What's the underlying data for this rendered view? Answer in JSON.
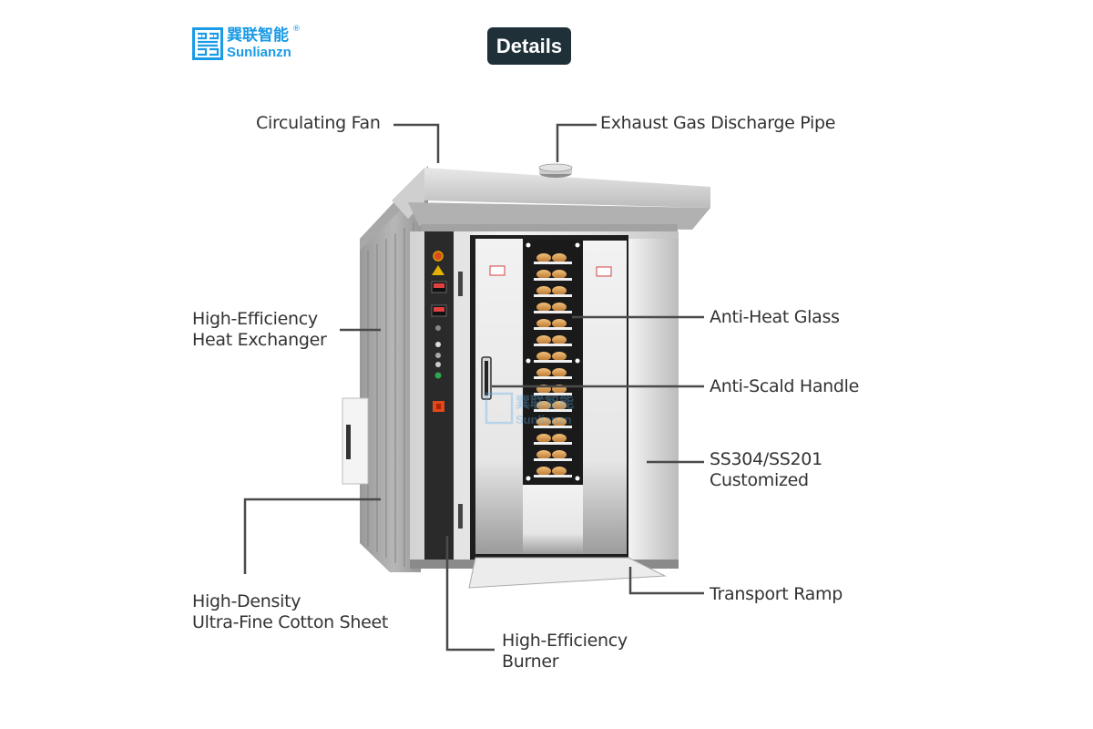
{
  "brand": {
    "name_cn": "巽联智能",
    "name_en": "Sunlianzn",
    "registered_mark": "®",
    "color": "#1a9be6"
  },
  "header": {
    "badge_label": "Details",
    "badge_color": "#1f3038"
  },
  "product": {
    "type": "rotary-rack-oven",
    "watermark_cn": "巽联智能",
    "watermark_en": "Sunlianzn"
  },
  "callouts": [
    {
      "id": "fan",
      "lines": [
        "Circulating Fan"
      ]
    },
    {
      "id": "exhaust",
      "lines": [
        "Exhaust Gas Discharge Pipe"
      ]
    },
    {
      "id": "heat-exchanger",
      "lines": [
        "High-Efficiency",
        "Heat Exchanger"
      ]
    },
    {
      "id": "glass",
      "lines": [
        "Anti-Heat Glass"
      ]
    },
    {
      "id": "handle",
      "lines": [
        "Anti-Scald Handle"
      ]
    },
    {
      "id": "steel",
      "lines": [
        "SS304/SS201",
        "Customized"
      ]
    },
    {
      "id": "cotton",
      "lines": [
        "High-Density",
        "Ultra-Fine Cotton Sheet"
      ]
    },
    {
      "id": "ramp",
      "lines": [
        "Transport Ramp"
      ]
    },
    {
      "id": "burner",
      "lines": [
        "High-Efficiency",
        "Burner"
      ]
    }
  ]
}
